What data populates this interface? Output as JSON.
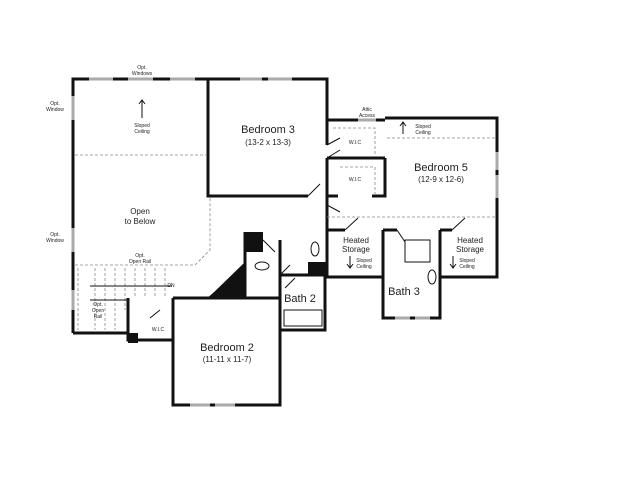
{
  "rooms": {
    "bedroom3": {
      "name": "Bedroom 3",
      "size": "(13-2 x 13-3)"
    },
    "bedroom5": {
      "name": "Bedroom 5",
      "size": "(12-9 x 12-6)"
    },
    "bedroom2": {
      "name": "Bedroom 2",
      "size": "(11-11 x 11-7)"
    },
    "bath2": "Bath 2",
    "bath3": "Bath 3",
    "storage_left": {
      "line1": "Heated",
      "line2": "Storage",
      "note1": "Sloped",
      "note2": "Ceiling"
    },
    "storage_right": {
      "line1": "Heated",
      "line2": "Storage",
      "note1": "Sloped",
      "note2": "Ceiling"
    },
    "wic_a": "W.I.C",
    "wic_b": "W.I.C",
    "wic_c": "W.I.C",
    "open_below": {
      "line1": "Open",
      "line2": "to Below"
    }
  },
  "notes": {
    "opt_windows": {
      "line1": "Opt.",
      "line2": "Windows"
    },
    "opt_window_top": {
      "line1": "Opt.",
      "line2": "Window"
    },
    "opt_window_bottom": {
      "line1": "Opt.",
      "line2": "Window"
    },
    "sloped_loft": {
      "line1": "Sloped",
      "line2": "Ceiling"
    },
    "sloped_bed5": {
      "line1": "Sloped",
      "line2": "Ceiling"
    },
    "attic": {
      "line1": "Attic",
      "line2": "Access"
    },
    "open_rail_top": {
      "line1": "Opt.",
      "line2": "Open Rail"
    },
    "open_rail_stair": {
      "line1": "Opt.",
      "line2": "Open",
      "line3": "Rail"
    },
    "dn": "DN"
  }
}
